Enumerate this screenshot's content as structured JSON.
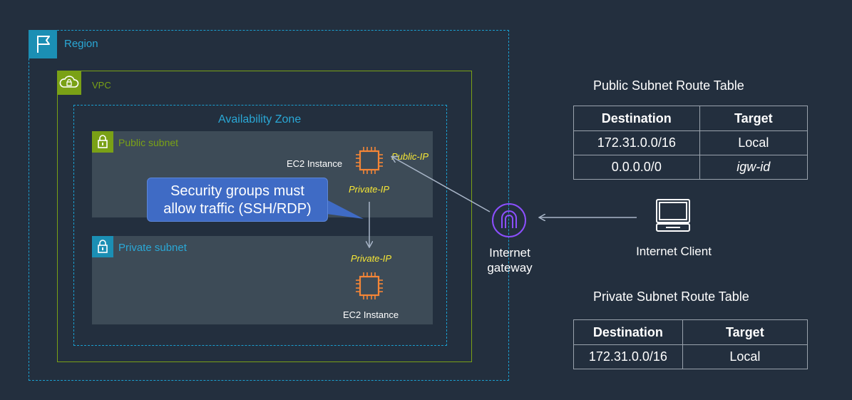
{
  "region": {
    "label": "Region",
    "icon": "flag-icon"
  },
  "vpc": {
    "label": "VPC",
    "icon": "cloud-lock-icon"
  },
  "availability_zone": {
    "label": "Availability Zone"
  },
  "public_subnet": {
    "label": "Public subnet",
    "icon": "lock-icon",
    "instance": {
      "label": "EC2 Instance",
      "public_ip": "Public-IP",
      "private_ip": "Private-IP",
      "icon": "chip-icon"
    }
  },
  "private_subnet": {
    "label": "Private subnet",
    "icon": "lock-icon",
    "instance": {
      "label": "EC2 Instance",
      "private_ip": "Private-IP",
      "icon": "chip-icon"
    }
  },
  "callout": {
    "line1": "Security groups must",
    "line2": "allow traffic (SSH/RDP)"
  },
  "internet_gateway": {
    "line1": "Internet",
    "line2": "gateway",
    "icon": "internet-gateway-icon"
  },
  "internet_client": {
    "label": "Internet Client",
    "icon": "laptop-icon"
  },
  "public_route_table": {
    "title": "Public Subnet  Route Table",
    "headers": [
      "Destination",
      "Target"
    ],
    "rows": [
      {
        "destination": "172.31.0.0/16",
        "target": "Local"
      },
      {
        "destination": "0.0.0.0/0",
        "target": "igw-id"
      }
    ]
  },
  "private_route_table": {
    "title": "Private Subnet  Route Table",
    "headers": [
      "Destination",
      "Target"
    ],
    "rows": [
      {
        "destination": "172.31.0.0/16",
        "target": "Local"
      }
    ]
  },
  "colors": {
    "background": "#232f3e",
    "region": "#1a9fd0",
    "vpc": "#7aa116",
    "subnet_fill": "#3d4b57",
    "ip_label": "#f7e735",
    "ec2_orange": "#f58536",
    "gateway_purple": "#8c4fff",
    "callout": "#3f6bc5"
  }
}
